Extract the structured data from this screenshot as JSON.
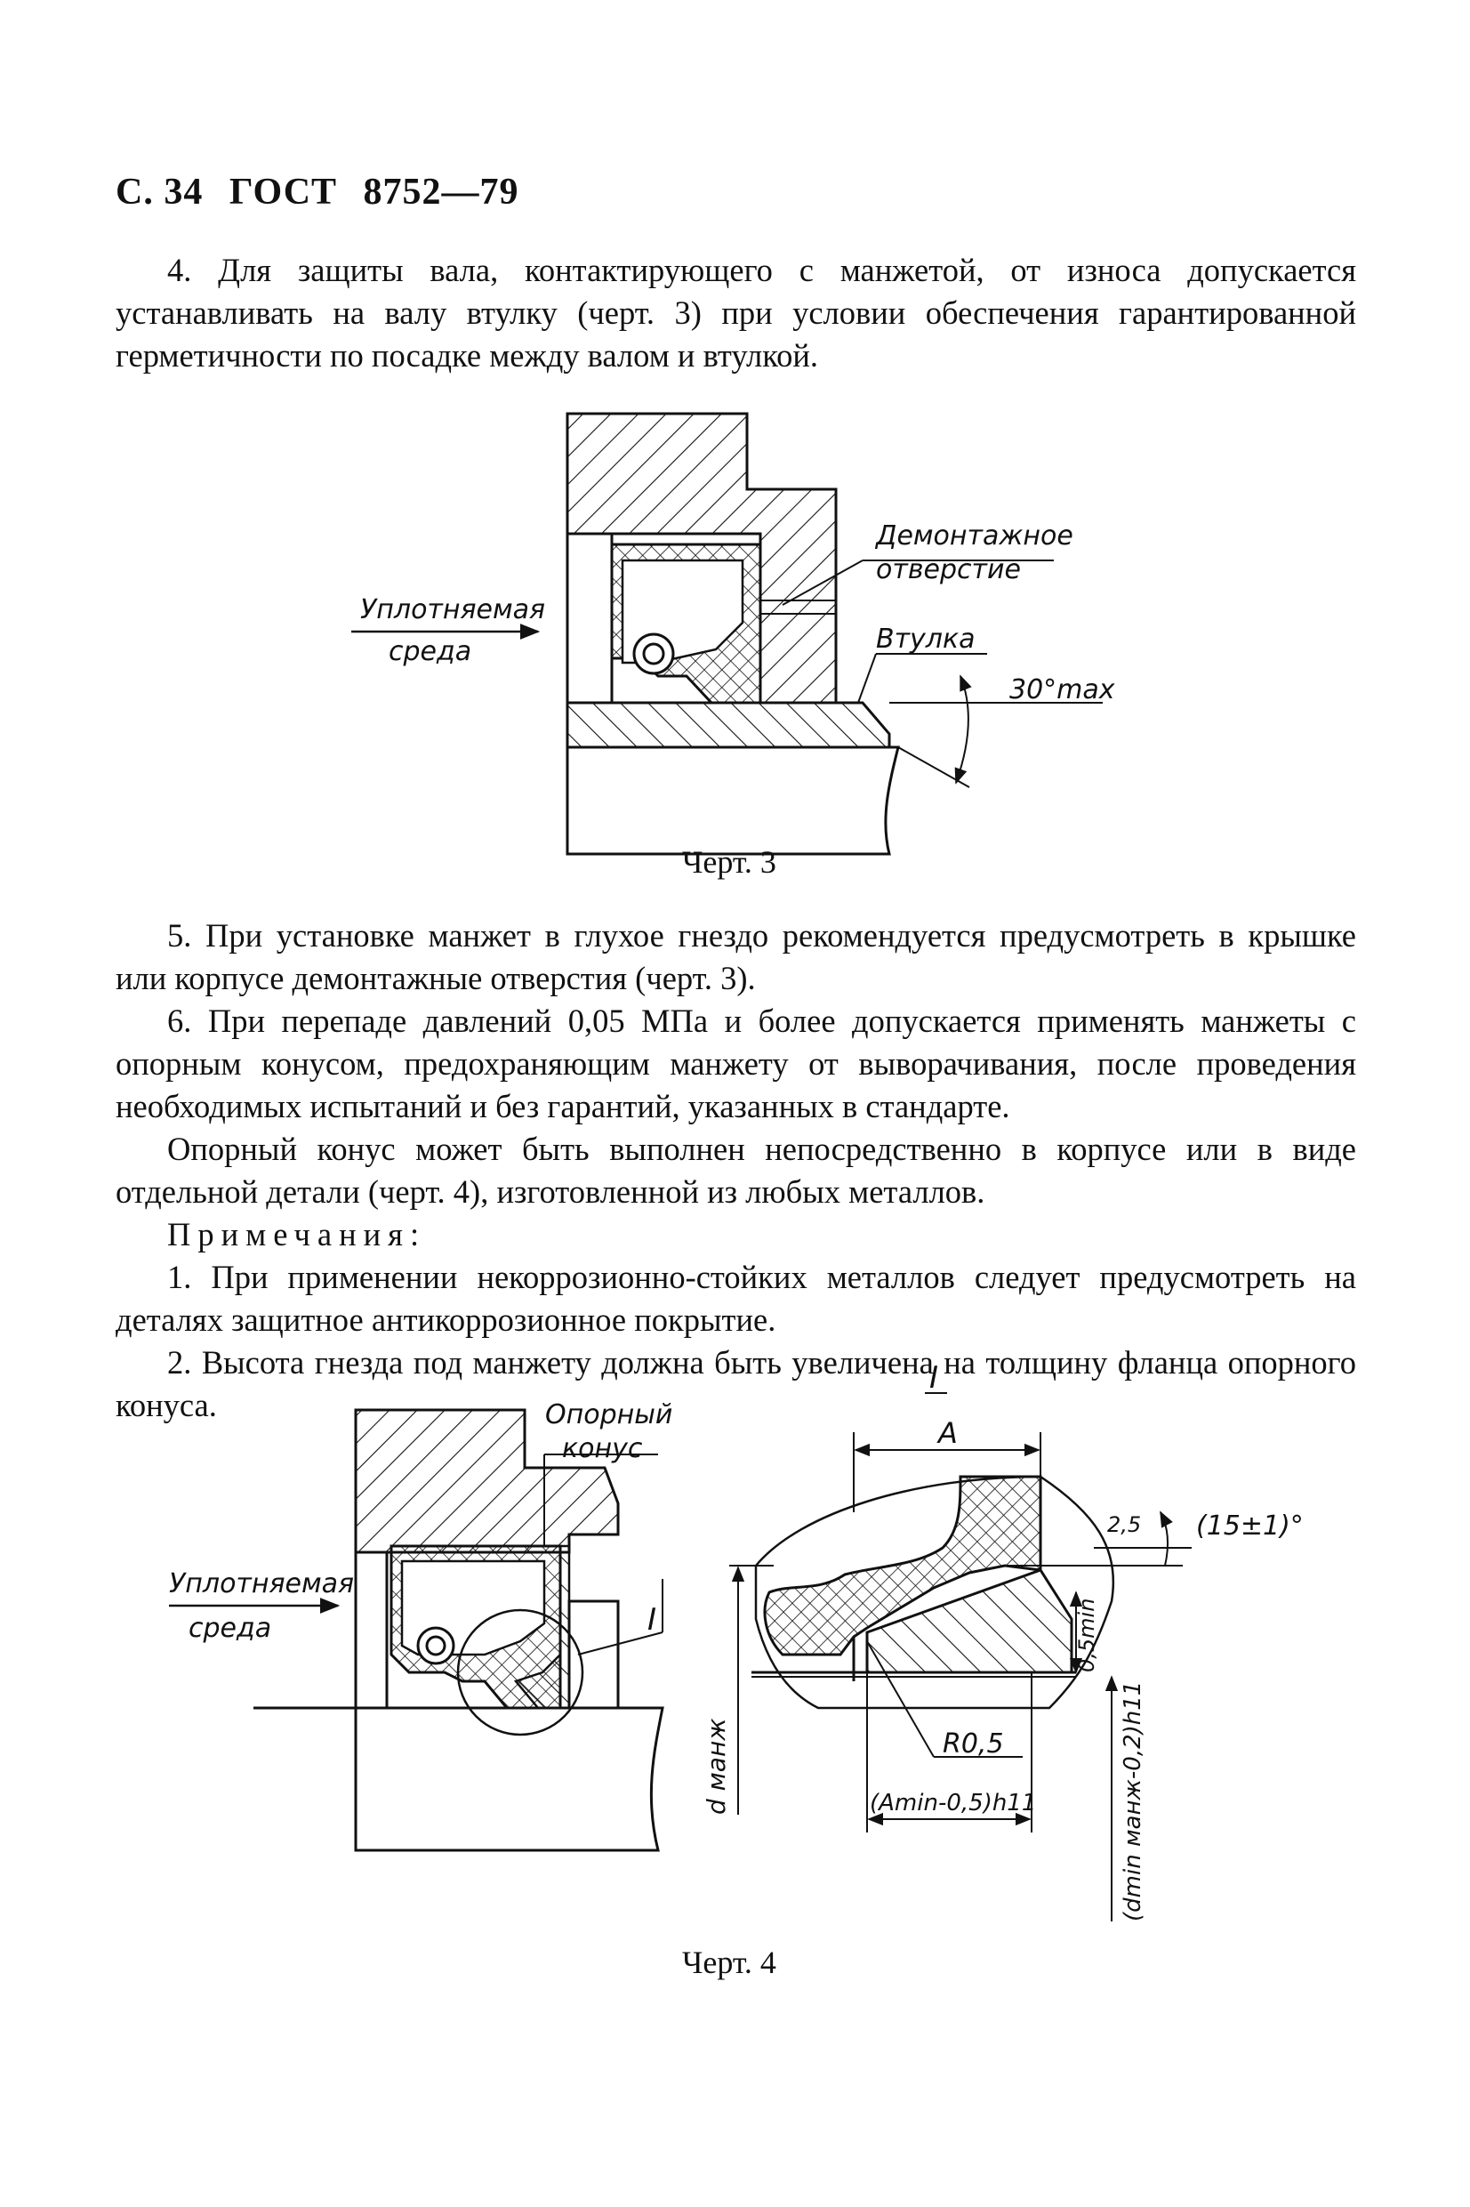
{
  "header": {
    "page": "С. 34",
    "standard": "ГОСТ",
    "number": "8752—79"
  },
  "para4": "4. Для защиты вала, контактирующего с манжетой, от износа допускает­ся устанавливать на валу втулку (черт. 3) при условии обеспечения гаранти­рованной герметичности по посадке между валом и втулкой.",
  "figure3": {
    "caption": "Черт. 3",
    "labels": {
      "medium_line1": "Уплотняемая",
      "medium_line2": "среда",
      "hole_line1": "Демонтажное",
      "hole_line2": "отверстие",
      "sleeve": "Втулка",
      "angle": "30°max"
    }
  },
  "paragraphs": [
    "5. При установке манжет в глухое гнездо рекомендуется предусмотреть в крышке или корпусе демонтажные отверстия (черт. 3).",
    "6. При перепаде давлений 0,05 МПа и более допускается применять ман­жеты с опорным конусом, предохраняющим манжету от выворачивания, после проведения необходимых испытаний и без гарантий, указанных в стан­дарте.",
    "Опорный конус может быть выполнен непосредственно в корпусе или в виде отдельной детали (черт. 4), изготовленной из любых металлов."
  ],
  "notes": {
    "title": "Примечания:",
    "items": [
      "1. При применении некоррозионно-стойких металлов следует предусмот­реть на деталях защитное антикоррозионное покрытие.",
      "2. Высота гнезда под манжету должна быть увеличена на толщину флан­ца опорного конуса."
    ]
  },
  "figure4": {
    "caption": "Черт. 4",
    "labels": {
      "medium_line1": "Уплотняемая",
      "medium_line2": "среда",
      "cone_line1": "Опорный",
      "cone_line2": "конус",
      "detail": "I",
      "detail_title": "I",
      "dim_A": "A",
      "chamfer": "2,5",
      "angle": "(15±1)°",
      "min_thickness": "0,5min",
      "radius": "R0,5",
      "dim_A_tol": "(Amin-0,5)h11",
      "d_cuff": "d манж",
      "d_tol": "(dmin манж-0,2)h11"
    }
  }
}
